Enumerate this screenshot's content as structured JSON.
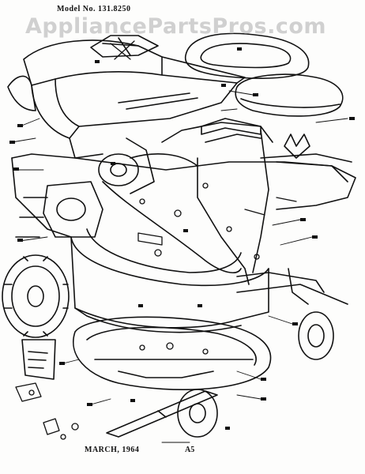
{
  "diagram": {
    "model_text": "Model No. 131.8250",
    "watermark_text": "AppliancePartsPros.com",
    "footer_date": "MARCH, 1964",
    "footer_code": "A5"
  },
  "colors": {
    "ink": "#111111",
    "paper": "#fdfdfc",
    "watermark": "#c9c9c9"
  }
}
